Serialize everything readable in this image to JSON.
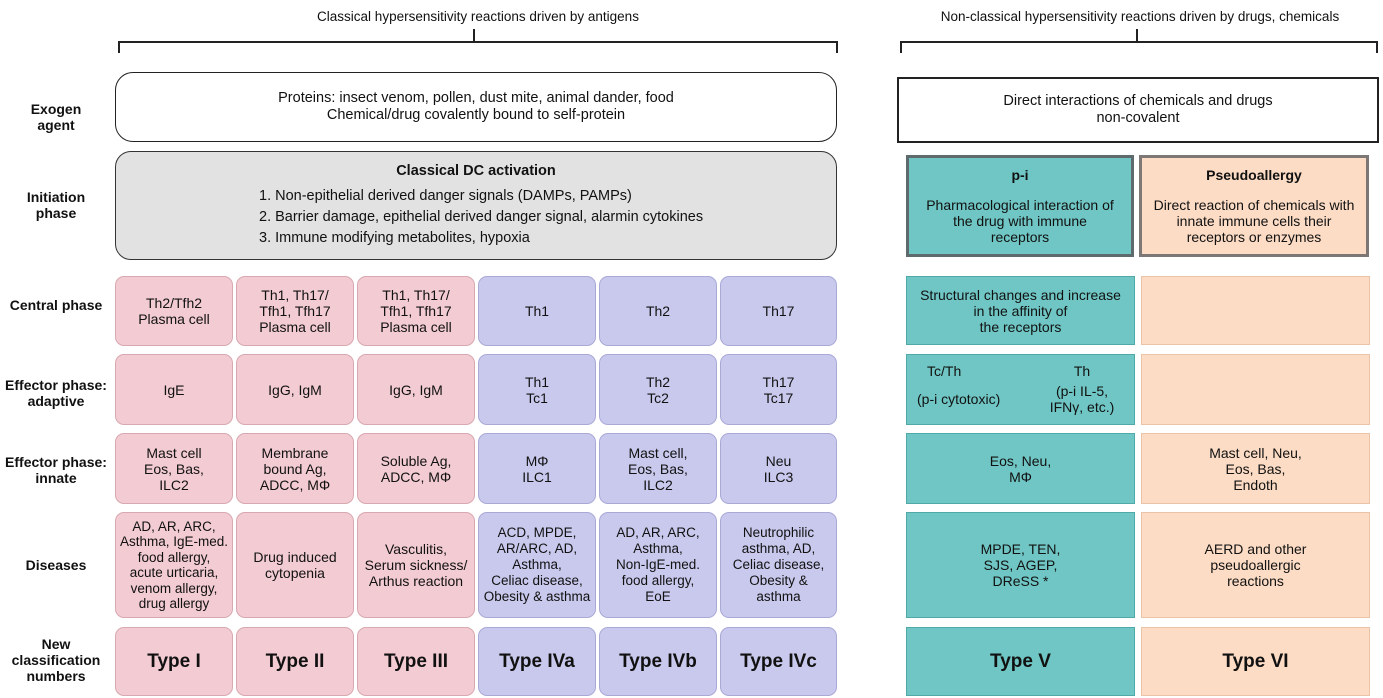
{
  "headers": {
    "classical": "Classical hypersensitivity reactions driven by antigens",
    "nonclassical": "Non-classical hypersensitivity reactions driven by drugs, chemicals"
  },
  "row_labels": {
    "exogen": [
      "Exogen",
      "agent"
    ],
    "initiation": [
      "Initiation",
      "phase"
    ],
    "central": [
      "Central phase"
    ],
    "effector_adaptive": [
      "Effector phase:",
      "adaptive"
    ],
    "effector_innate": [
      "Effector phase:",
      "innate"
    ],
    "diseases": [
      "Diseases"
    ],
    "classification": [
      "New",
      "classification",
      "numbers"
    ]
  },
  "exogen": {
    "classical": [
      "Proteins: insect venom, pollen, dust mite, animal dander, food",
      "Chemical/drug covalently bound to self-protein"
    ],
    "nonclassical": [
      "Direct interactions of chemicals and drugs",
      "non-covalent"
    ]
  },
  "initiation": {
    "classical_title": "Classical DC activation",
    "classical_items": [
      "1. Non-epithelial derived danger signals (DAMPs, PAMPs)",
      "2. Barrier damage, epithelial derived danger signal, alarmin cytokines",
      "3. Immune modifying metabolites, hypoxia"
    ],
    "pi_title": "p-i",
    "pi_text": [
      "Pharmacological interaction of",
      "the drug with immune",
      "receptors"
    ],
    "pseudo_title": "Pseudoallergy",
    "pseudo_text": [
      "Direct reaction of chemicals with",
      "innate immune cells their",
      "receptors or enzymes"
    ]
  },
  "central": {
    "t1": [
      "Th2/Tfh2",
      "Plasma cell"
    ],
    "t2": [
      "Th1, Th17/",
      "Tfh1, Tfh17",
      "Plasma cell"
    ],
    "t3": [
      "Th1, Th17/",
      "Tfh1, Tfh17",
      "Plasma cell"
    ],
    "t4a": [
      "Th1"
    ],
    "t4b": [
      "Th2"
    ],
    "t4c": [
      "Th17"
    ],
    "t5": [
      "Structural changes and increase",
      "in the affinity of",
      "the receptors"
    ],
    "t6": []
  },
  "effector_adaptive": {
    "t1": [
      "IgE"
    ],
    "t2": [
      "IgG, IgM"
    ],
    "t3": [
      "IgG, IgM"
    ],
    "t4a": [
      "Th1",
      "Tc1"
    ],
    "t4b": [
      "Th2",
      "Tc2"
    ],
    "t4c": [
      "Th17",
      "Tc17"
    ],
    "t5_left": [
      "Tc/Th",
      "(p-i cytotoxic)"
    ],
    "t5_right": [
      "Th",
      "(p-i IL-5,",
      "IFNγ, etc.)"
    ],
    "t6": []
  },
  "effector_innate": {
    "t1": [
      "Mast cell",
      "Eos, Bas,",
      "ILC2"
    ],
    "t2": [
      "Membrane",
      "bound Ag,",
      "ADCC, MΦ"
    ],
    "t3": [
      "Soluble Ag,",
      "ADCC, MΦ"
    ],
    "t4a": [
      "MΦ",
      "ILC1"
    ],
    "t4b": [
      "Mast cell,",
      "Eos, Bas,",
      "ILC2"
    ],
    "t4c": [
      "Neu",
      "ILC3"
    ],
    "t5": [
      "Eos, Neu,",
      "MΦ"
    ],
    "t6": [
      "Mast cell, Neu,",
      "Eos, Bas,",
      "Endoth"
    ]
  },
  "diseases": {
    "t1": [
      "AD, AR, ARC,",
      "Asthma, IgE-med.",
      "food allergy,",
      "acute urticaria,",
      "venom allergy,",
      "drug allergy"
    ],
    "t2": [
      "Drug induced",
      "cytopenia"
    ],
    "t3": [
      "Vasculitis,",
      "Serum sickness/",
      "Arthus reaction"
    ],
    "t4a": [
      "ACD, MPDE,",
      "AR/ARC, AD,",
      "Asthma,",
      "Celiac disease,",
      "Obesity & asthma"
    ],
    "t4b": [
      "AD, AR, ARC,",
      "Asthma,",
      "Non-IgE-med.",
      "food allergy,",
      "EoE"
    ],
    "t4c": [
      "Neutrophilic",
      "asthma, AD,",
      "Celiac disease,",
      "Obesity &",
      "asthma"
    ],
    "t5": [
      "MPDE, TEN,",
      "SJS, AGEP,",
      "DReSS *"
    ],
    "t6": [
      "AERD and other",
      "pseudoallergic",
      "reactions"
    ]
  },
  "types": {
    "t1": "Type I",
    "t2": "Type II",
    "t3": "Type III",
    "t4a": "Type IVa",
    "t4b": "Type IVb",
    "t4c": "Type IVc",
    "t5": "Type V",
    "t6": "Type VI"
  },
  "colors": {
    "pink": "#f3ccd3",
    "lavender": "#c9c9ee",
    "teal": "#6fc6c4",
    "peach": "#fcdcc5",
    "gray": "#e2e2e2"
  }
}
